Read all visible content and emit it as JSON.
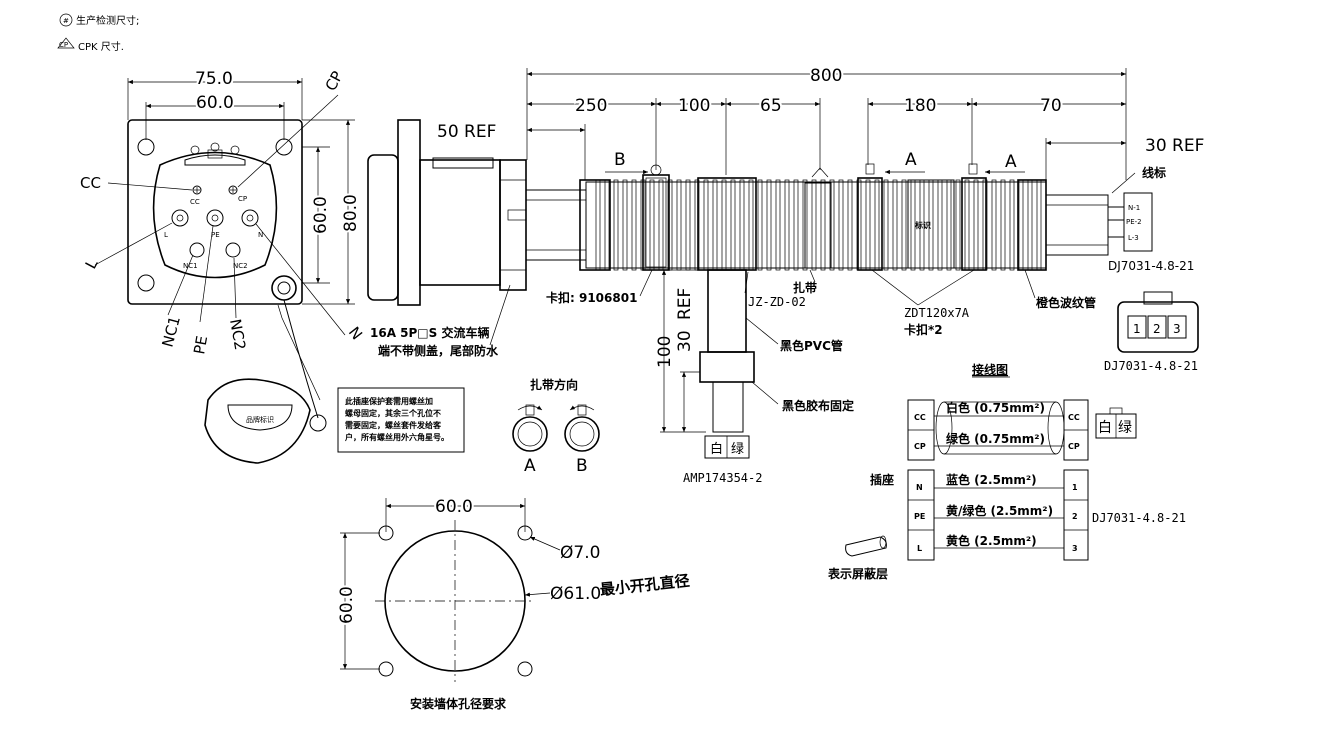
{
  "legend": {
    "production_dim": "生产检测尺寸;",
    "production_symbol": "#",
    "cpk_symbol": "CP",
    "cpk_dim": "CPK 尺寸."
  },
  "socket_front": {
    "dim_75": "75.0",
    "dim_60_top": "60.0",
    "dim_60_side": "60.0",
    "dim_80": "80.0",
    "label_cp": "CP",
    "label_cc": "CC",
    "label_l": "L",
    "label_nc1": "NC1",
    "label_pe": "PE",
    "label_nc2": "NC2",
    "label_n": "N",
    "pin_cc": "CC",
    "pin_cp": "CP",
    "pin_l": "L",
    "pin_n": "N",
    "pin_pe": "PE",
    "pin_nc1": "NC1",
    "pin_nc2": "NC2",
    "cap_text": "品牌标识",
    "note_text": [
      "此插座保护套需用螺丝加",
      "螺母固定，其余三个孔位不",
      "需要固定，螺丝套件发给客",
      "户，所有螺丝用外六角星号。"
    ]
  },
  "socket_side": {
    "label_ac": "16A 5P□S 交流车辆",
    "label_ac2": "端不带侧盖，尾部防水"
  },
  "cable": {
    "dim_800": "800",
    "dim_250": "250",
    "dim_100": "100",
    "dim_65": "65",
    "dim_180": "180",
    "dim_70": "70",
    "ref_50": "50 REF",
    "ref_30": "30 REF",
    "label_b": "B",
    "label_a1": "A",
    "label_a2": "A",
    "clip_label": "卡扣: 9106801",
    "tie_label": "扎带",
    "jz_label": "JZ-ZD-02",
    "zdt_label": "ZDT120x7A",
    "clip2_label": "卡扣*2",
    "orange_tube": "橙色波纹管",
    "mark_label": "线标",
    "mark_box": "标识",
    "wire_n": "N-1",
    "wire_pe": "PE-2",
    "wire_l": "L-3",
    "connector_code": "DJ7031-4.8-21",
    "pvc_label": "黑色PVC管",
    "tape_label": "黑色胶布固定",
    "ref_vertical": "REF",
    "dim_100_v": "100",
    "dim_30_v": "30",
    "amp_code": "AMP174354-2",
    "amp_pin1": "白",
    "amp_pin2": "绿"
  },
  "connector_3pin": {
    "pins": [
      "1",
      "2",
      "3"
    ],
    "code": "DJ7031-4.8-21"
  },
  "tie_direction": {
    "title": "扎带方向",
    "label_a": "A",
    "label_b": "B"
  },
  "wiring": {
    "title": "接线图",
    "socket_label": "插座",
    "rows": [
      {
        "pin": "CC",
        "desc": "白色 (0.75mm²)",
        "end": "CC"
      },
      {
        "pin": "CP",
        "desc": "绿色 (0.75mm²)",
        "end": "CP"
      },
      {
        "pin": "N",
        "desc": "蓝色 (2.5mm²)",
        "end": "1"
      },
      {
        "pin": "PE",
        "desc": "黄/绿色 (2.5mm²)",
        "end": "2"
      },
      {
        "pin": "L",
        "desc": "黄色 (2.5mm²)",
        "end": "3"
      }
    ],
    "connector_code": "DJ7031-4.8-21",
    "plug_pin1": "白",
    "plug_pin2": "绿",
    "shield_label": "表示屏蔽层"
  },
  "panel_cutout": {
    "dim_60_top": "60.0",
    "dim_60_side": "60.0",
    "dim_hole": "Ø7.0",
    "dim_min": "Ø61.0",
    "dim_min_text": "最小开孔直径",
    "title": "安装墙体孔径要求"
  }
}
